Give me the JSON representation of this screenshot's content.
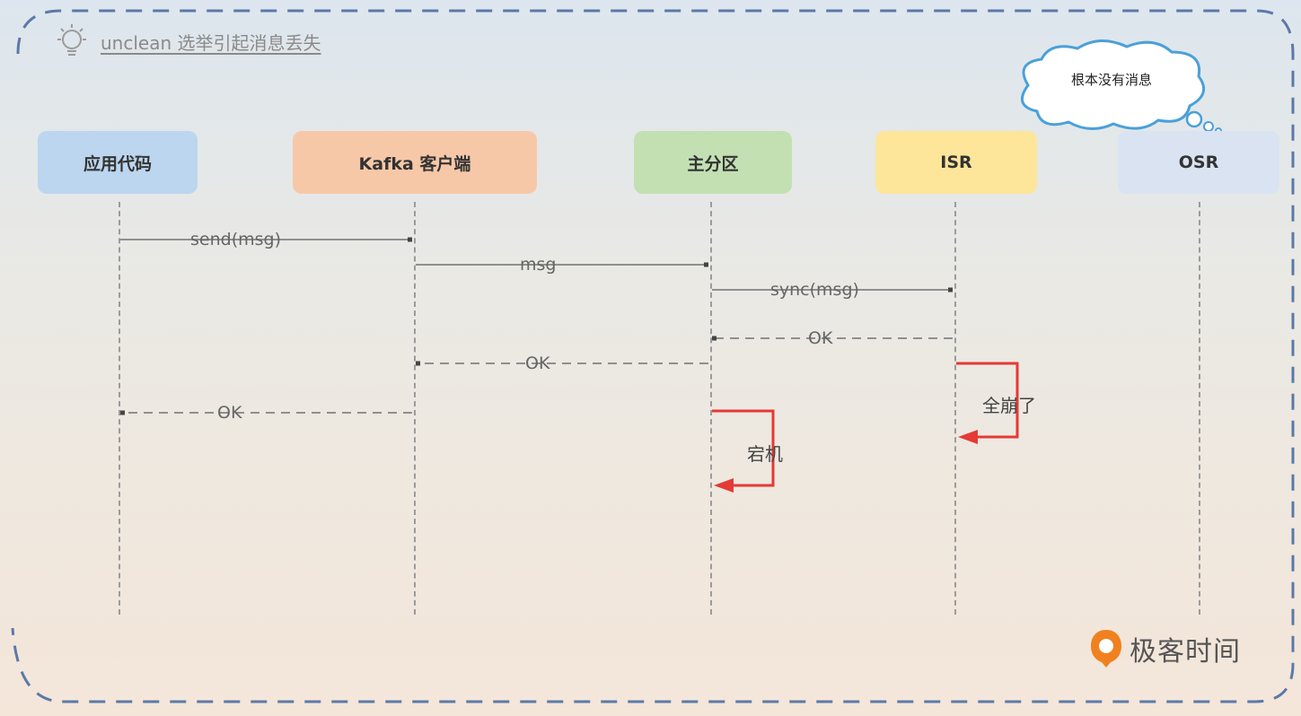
{
  "title": "unclean 选举引起消息丢失",
  "participants": [
    {
      "label": "应用代码",
      "color": "#bcd6ef"
    },
    {
      "label": "Kafka 客户端",
      "color": "#f7c8a8"
    },
    {
      "label": "主分区",
      "color": "#c3e0b3"
    },
    {
      "label": "ISR",
      "color": "#fde69a"
    },
    {
      "label": "OSR",
      "color": "#d9e3f2"
    }
  ],
  "messages": [
    {
      "label": "send(msg)",
      "style": "solid"
    },
    {
      "label": "msg",
      "style": "solid"
    },
    {
      "label": "sync(msg)",
      "style": "solid"
    },
    {
      "label": "OK",
      "style": "dashed"
    },
    {
      "label": "OK",
      "style": "dashed"
    },
    {
      "label": "OK",
      "style": "dashed"
    }
  ],
  "self_calls": [
    {
      "label": "全崩了",
      "color": "#e53935"
    },
    {
      "label": "宕机",
      "color": "#e53935"
    }
  ],
  "thought_bubble": "根本没有消息",
  "logo": "极客时间",
  "logo_color": "#f0811e"
}
